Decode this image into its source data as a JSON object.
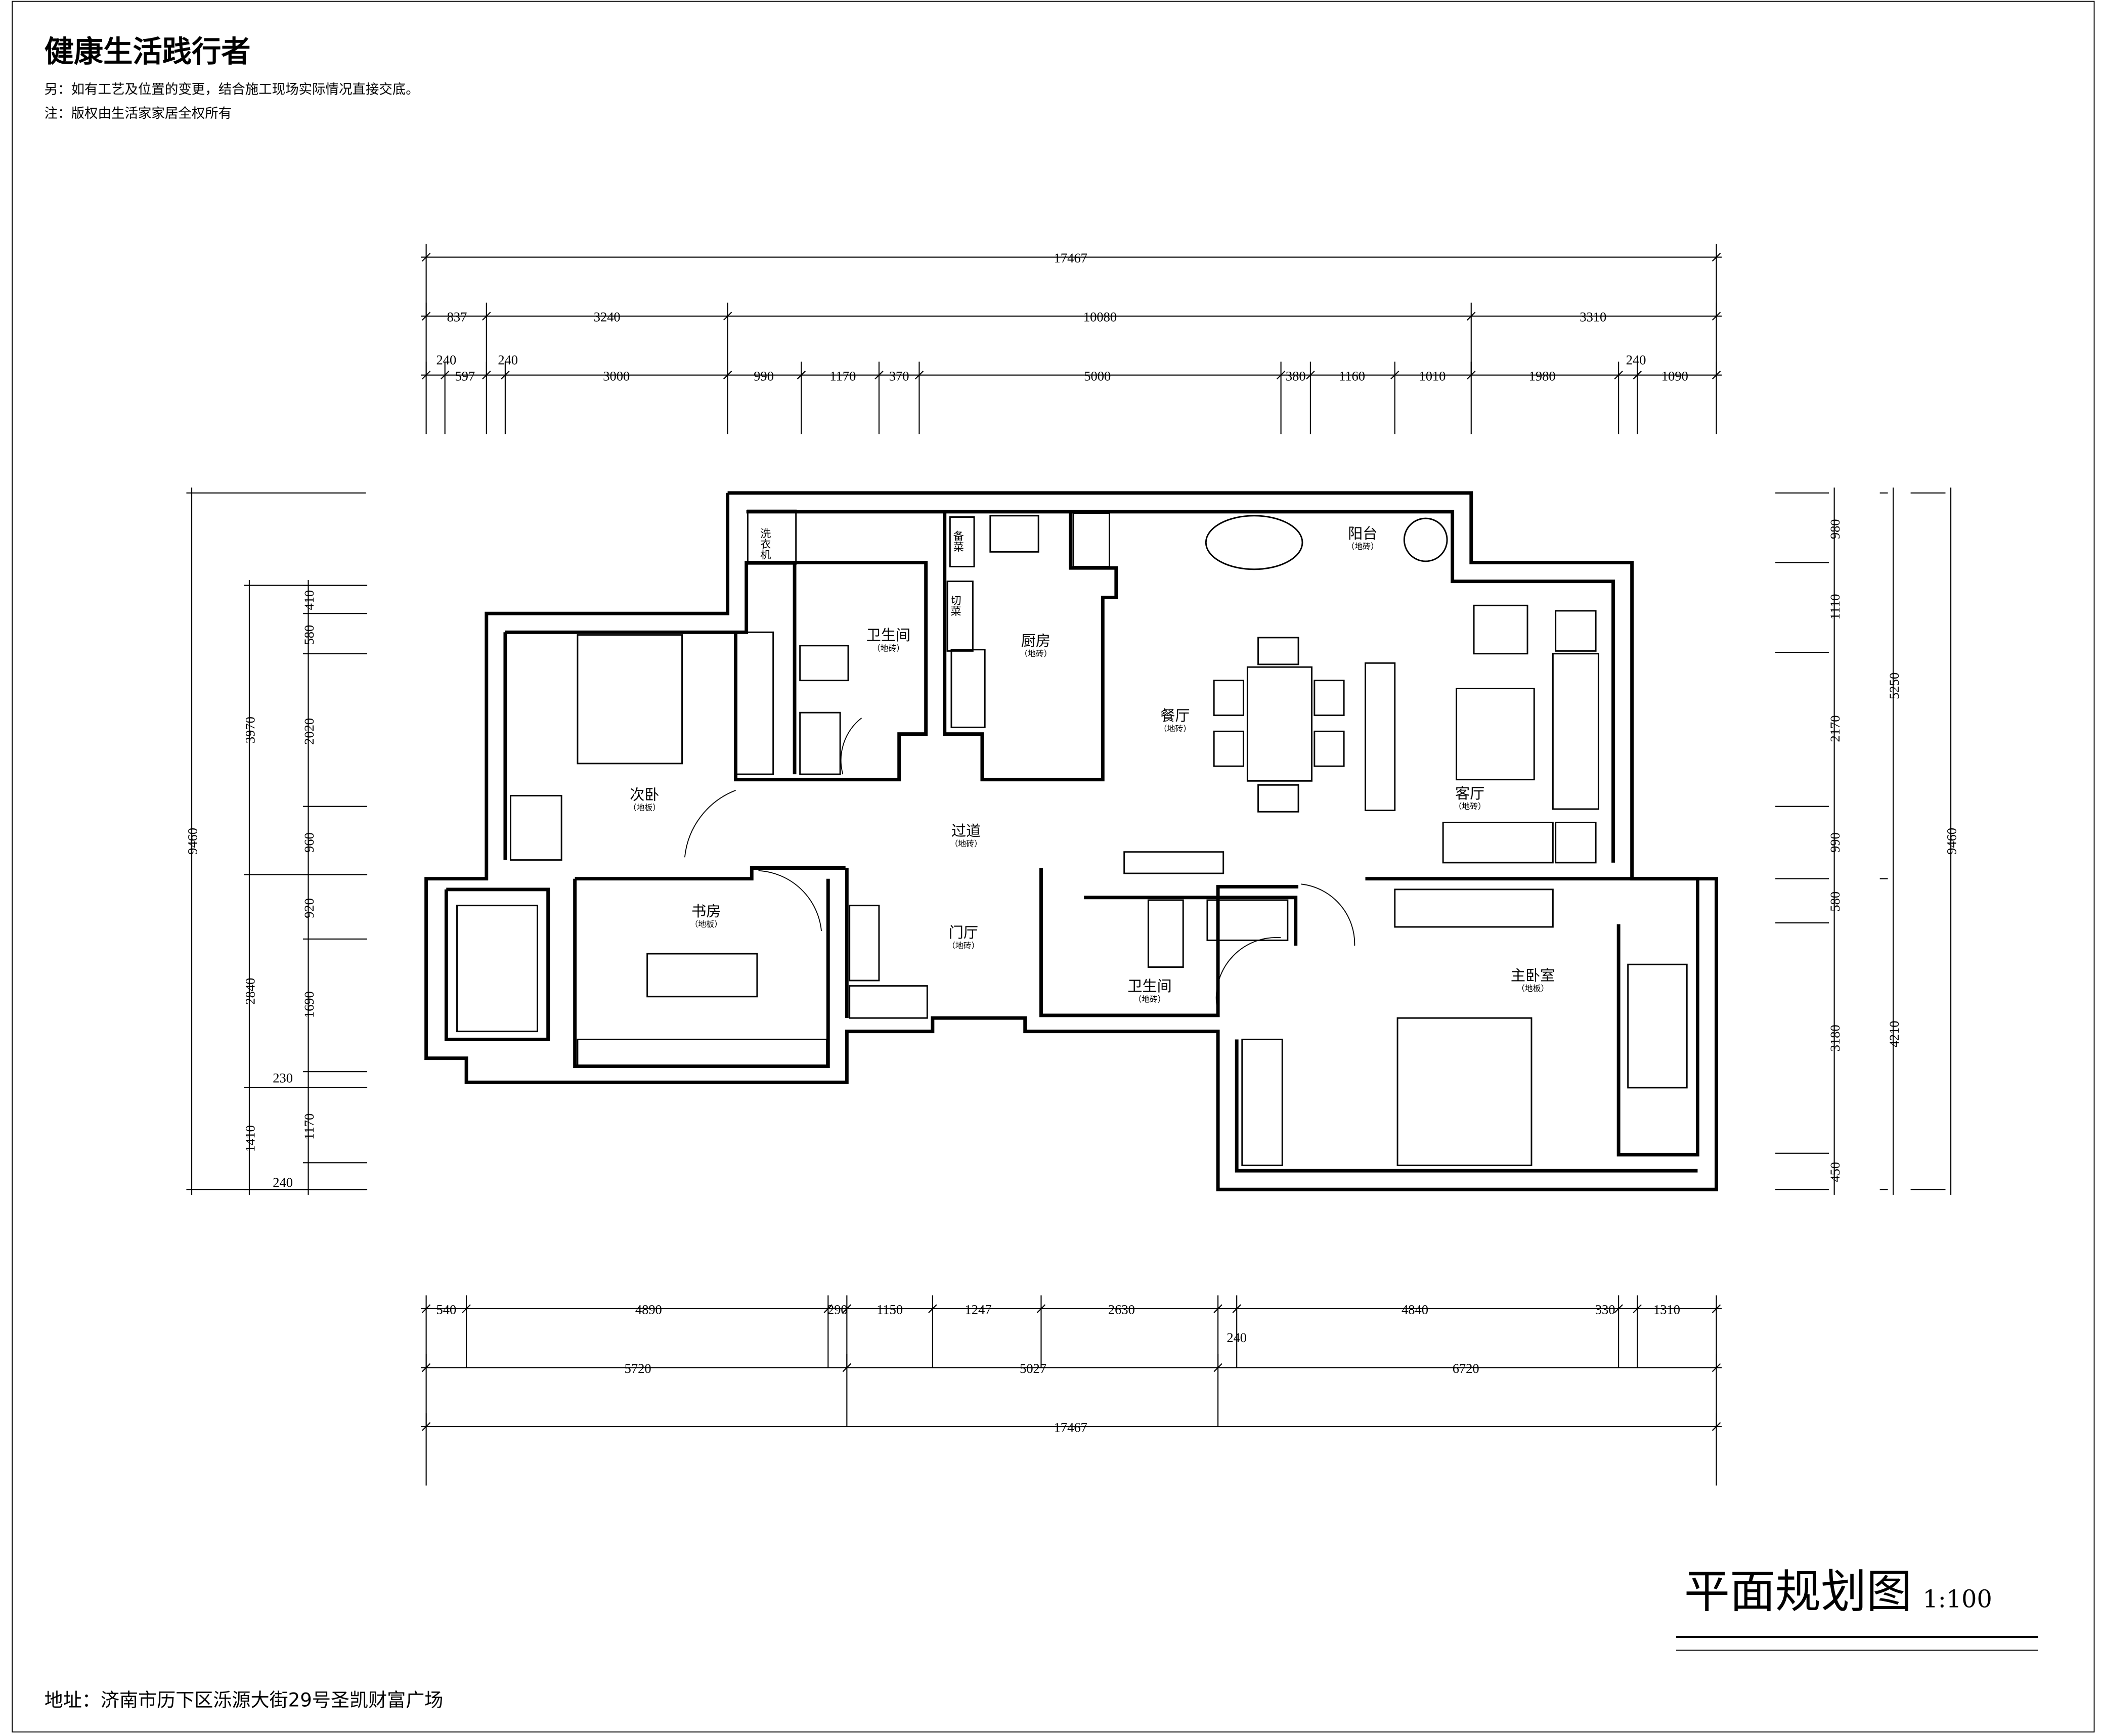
{
  "header": {
    "title": "健康生活践行者",
    "note1": "另：如有工艺及位置的变更，结合施工现场实际情况直接交底。",
    "note2": "注：版权由生活家家居全权所有"
  },
  "drawing": {
    "title": "平面规划图",
    "scale": "1:100",
    "address": "地址：济南市历下区泺源大街29号圣凯财富广场"
  },
  "rooms": [
    {
      "name": "卫生间",
      "floor": "（地砖）"
    },
    {
      "name": "厨房",
      "floor": "（地砖）"
    },
    {
      "name": "阳台",
      "floor": "（地砖）"
    },
    {
      "name": "餐厅",
      "floor": "（地砖）"
    },
    {
      "name": "客厅",
      "floor": "（地砖）"
    },
    {
      "name": "次卧",
      "floor": "（地板）"
    },
    {
      "name": "过道",
      "floor": "（地砖）"
    },
    {
      "name": "书房",
      "floor": "（地板）"
    },
    {
      "name": "门厅",
      "floor": "（地砖）"
    },
    {
      "name": "卫生间",
      "floor": "（地砖）"
    },
    {
      "name": "主卧室",
      "floor": "（地板）"
    }
  ],
  "fixtures": {
    "washer": "洗衣机",
    "prep": "备菜",
    "cut": "切菜"
  },
  "dimensions": {
    "top_total": "17467",
    "top_row2": [
      "837",
      "3240",
      "10080",
      "3310"
    ],
    "top_row3": [
      "240",
      "597",
      "240",
      "3000",
      "990",
      "1170",
      "370",
      "5000",
      "380",
      "1160",
      "1010",
      "1980",
      "240",
      "1090"
    ],
    "bottom_row1": [
      "540",
      "4890",
      "290",
      "1150",
      "1247",
      "2630",
      "240",
      "4840",
      "330",
      "1310"
    ],
    "bottom_row2": [
      "5720",
      "5027",
      "6720"
    ],
    "bottom_total": "17467",
    "left_total": "9460",
    "left_mid": [
      "3970",
      "2840",
      "1410"
    ],
    "left_inner": [
      "410",
      "580",
      "2020",
      "960",
      "920",
      "1690",
      "230",
      "1170",
      "240"
    ],
    "right_inner": [
      "980",
      "1110",
      "2170",
      "990",
      "580",
      "3180",
      "450"
    ],
    "right_mid": [
      "5250",
      "4210"
    ],
    "right_total": "9460"
  }
}
